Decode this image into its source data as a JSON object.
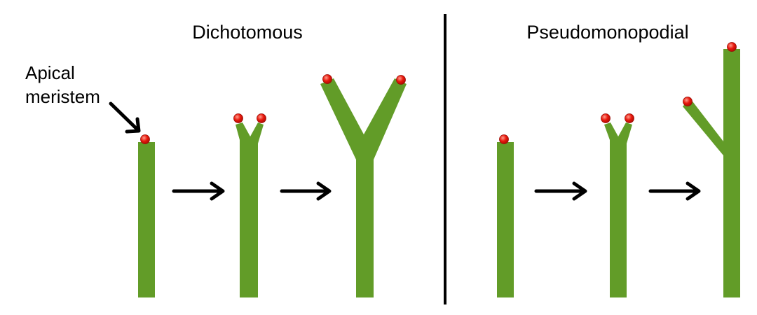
{
  "panels": {
    "left": {
      "title": "Dichotomous"
    },
    "right": {
      "title": "Pseudomonopodial"
    }
  },
  "annotation": {
    "line1": "Apical",
    "line2": "meristem"
  },
  "colors": {
    "stem": "#629c28",
    "meristem": "#e8180c",
    "meristem_highlight": "#ff8a7a",
    "arrow": "#000000",
    "divider": "#000000",
    "background": "#ffffff"
  }
}
